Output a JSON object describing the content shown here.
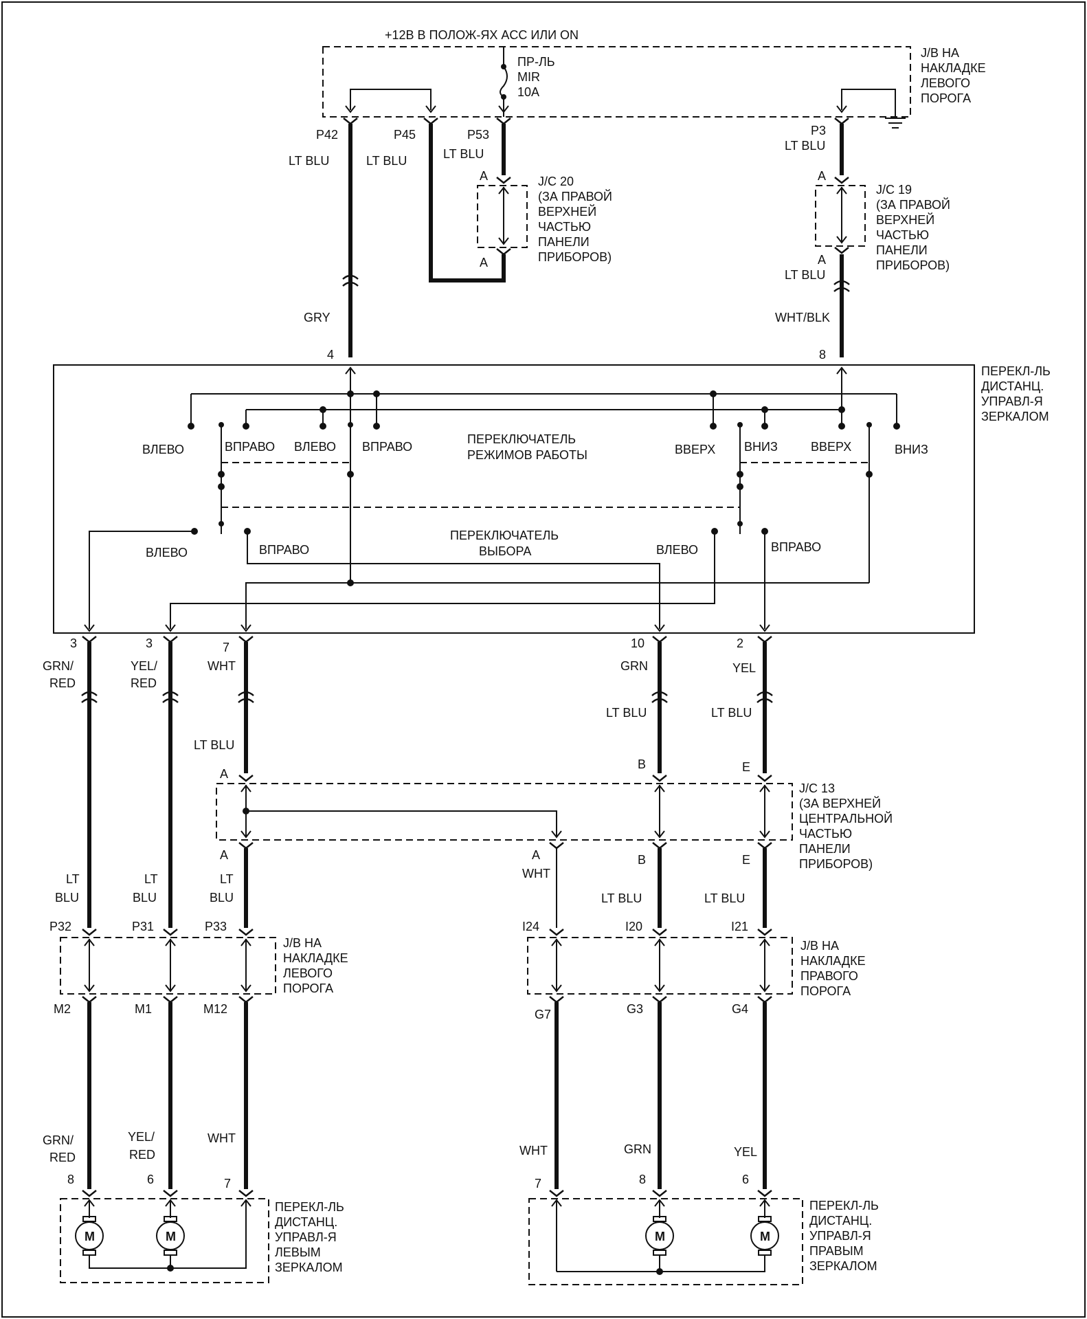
{
  "supply": "+12В В ПОЛОЖ-ЯХ ACC ИЛИ ON",
  "fuse": {
    "line1": "ПР-ЛЬ",
    "line2": "MIR",
    "line3": "10A"
  },
  "jb_left_top": [
    "J/B НА",
    "НАКЛАДКЕ",
    "ЛЕВОГО",
    "ПОРОГА"
  ],
  "top_pins": {
    "p42": "P42",
    "p45": "P45",
    "p53": "P53",
    "p3": "P3",
    "p42_wire": "LT BLU",
    "p45_wire": "LT BLU",
    "p53_wire": "LT BLU",
    "p3_wire": "LT BLU"
  },
  "jc20": {
    "a1": "A",
    "a2": "A",
    "text": [
      "J/C 20",
      "(ЗА ПРАВОЙ",
      "ВЕРХНЕЙ",
      "ЧАСТЬЮ",
      "ПАНЕЛИ",
      "ПРИБОРОВ)"
    ]
  },
  "jc19": {
    "a1": "A",
    "a2": "A",
    "below_wire": "LT BLU",
    "text": [
      "J/C 19",
      "(ЗА ПРАВОЙ",
      "ВЕРХНЕЙ",
      "ЧАСТЬЮ",
      "ПАНЕЛИ",
      "ПРИБОРОВ)"
    ]
  },
  "switch_inputs": {
    "gry": "GRY",
    "pin4": "4",
    "whtblk": "WHT/BLK",
    "pin8": "8"
  },
  "switch_title": [
    "ПЕРЕКЛ-ЛЬ",
    "ДИСТАНЦ.",
    "УПРАВЛ-Я",
    "ЗЕРКАЛОМ"
  ],
  "mode_switch": {
    "title1": "ПЕРЕКЛЮЧАТЕЛЬ",
    "title2": "РЕЖИМОВ РАБОТЫ",
    "labels": [
      "ВЛЕВО",
      "ВПРАВО",
      "ВЛЕВО",
      "ВПРАВО",
      "ВВЕРХ",
      "ВНИЗ",
      "ВВЕРХ",
      "ВНИЗ"
    ]
  },
  "select_switch": {
    "title1": "ПЕРЕКЛЮЧАТЕЛЬ",
    "title2": "ВЫБОРА",
    "labels": [
      "ВЛЕВО",
      "ВПРАВО",
      "ВЛЕВО",
      "ВПРАВО"
    ]
  },
  "switch_outputs": [
    {
      "pin": "3",
      "wire1": "GRN/",
      "wire2": "RED"
    },
    {
      "pin": "3",
      "wire1": "YEL/",
      "wire2": "RED"
    },
    {
      "pin": "7",
      "wire1": "WHT",
      "wire2": ""
    },
    {
      "pin": "10",
      "wire1": "GRN",
      "wire2": ""
    },
    {
      "pin": "2",
      "wire1": "YEL",
      "wire2": ""
    }
  ],
  "mid_wires": {
    "wht_lt": "LT BLU",
    "grn_lt": "LT BLU",
    "yel_lt": "LT BLU"
  },
  "jc13": {
    "a_top": "A",
    "b_top": "B",
    "e_top": "E",
    "a_bot": "A",
    "a2_bot": "A",
    "b_bot": "B",
    "e_bot": "E",
    "wht": "WHT",
    "text": [
      "J/C 13",
      "(ЗА ВЕРХНЕЙ",
      "ЦЕНТРАЛЬНОЙ",
      "ЧАСТЬЮ",
      "ПАНЕЛИ",
      "ПРИБОРОВ)"
    ]
  },
  "lower_wires": {
    "c1a": "LT",
    "c1b": "BLU",
    "c2a": "LT",
    "c2b": "BLU",
    "c3a": "LT",
    "c3b": "BLU",
    "c5": "LT BLU",
    "c6": "LT BLU"
  },
  "jb_left": {
    "p32": "P32",
    "p31": "P31",
    "p33": "P33",
    "m2": "M2",
    "m1": "M1",
    "m12": "M12",
    "text": [
      "J/B НА",
      "НАКЛАДКЕ",
      "ЛЕВОГО",
      "ПОРОГА"
    ]
  },
  "jb_right": {
    "i24": "I24",
    "i20": "I20",
    "i21": "I21",
    "g7": "G7",
    "g3": "G3",
    "g4": "G4",
    "text": [
      "J/B НА",
      "НАКЛАДКЕ",
      "ПРАВОГО",
      "ПОРОГА"
    ]
  },
  "bottom_wires": {
    "l1a": "GRN/",
    "l1b": "RED",
    "l2a": "YEL/",
    "l2b": "RED",
    "l3": "WHT",
    "r1": "WHT",
    "r2": "GRN",
    "r3": "YEL"
  },
  "left_mirror": {
    "pins": [
      "8",
      "6",
      "7"
    ],
    "motor": "M",
    "text": [
      "ПЕРЕКЛ-ЛЬ",
      "ДИСТАНЦ.",
      "УПРАВЛ-Я",
      "ЛЕВЫМ",
      "ЗЕРКАЛОМ"
    ]
  },
  "right_mirror": {
    "pins": [
      "7",
      "8",
      "6"
    ],
    "motor": "M",
    "text": [
      "ПЕРЕКЛ-ЛЬ",
      "ДИСТАНЦ.",
      "УПРАВЛ-Я",
      "ПРАВЫМ",
      "ЗЕРКАЛОМ"
    ]
  }
}
